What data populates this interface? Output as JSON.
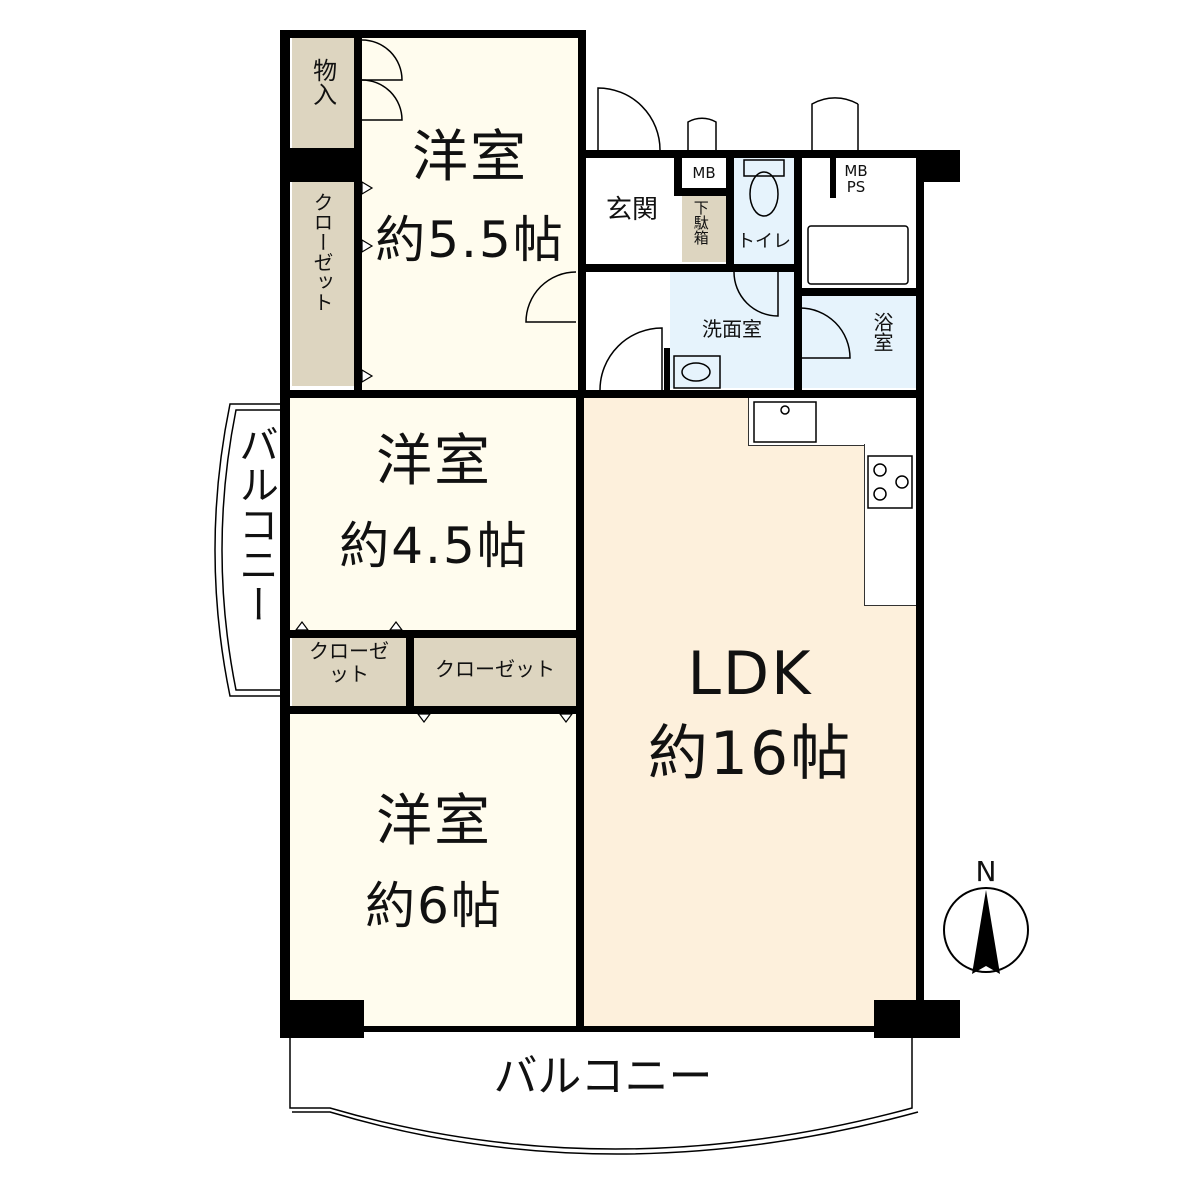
{
  "colors": {
    "bedroom_fill": "#fffcee",
    "ldk_fill": "#fdf0dc",
    "storage_fill": "#ddd5c0",
    "wet_area_fill": "#e6f3fc",
    "wall": "#000000",
    "background": "#ffffff"
  },
  "rooms": {
    "bedroom_1": {
      "name": "洋室",
      "size": "約5.5帖"
    },
    "bedroom_2": {
      "name": "洋室",
      "size": "約4.5帖"
    },
    "bedroom_3": {
      "name": "洋室",
      "size": "約6帖"
    },
    "ldk": {
      "name": "LDK",
      "size": "約16帖"
    },
    "entrance": {
      "name": "玄関"
    },
    "shoe_box": {
      "name": "下駄箱"
    },
    "toilet": {
      "name": "トイレ"
    },
    "washroom": {
      "name": "洗面室"
    },
    "bathroom": {
      "name": "浴室"
    },
    "storage": {
      "name": "物入"
    },
    "closet_1": {
      "name": "クローゼット"
    },
    "closet_2": {
      "name": "クローゼット"
    },
    "closet_3": {
      "name": "クローゼット"
    },
    "mb_entrance": {
      "name": "MB"
    },
    "mb_ps": {
      "line1": "MB",
      "line2": "PS"
    },
    "balcony_west": {
      "name": "バルコニー"
    },
    "balcony_south": {
      "name": "バルコニー"
    }
  },
  "compass": {
    "label": "N"
  }
}
